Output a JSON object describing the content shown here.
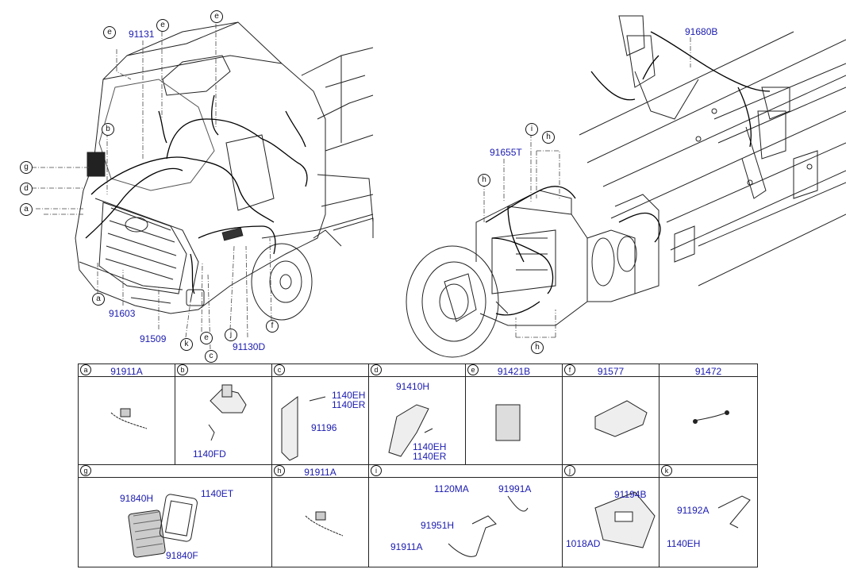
{
  "main_labels": {
    "p91131": "91131",
    "p91603": "91603",
    "p91509": "91509",
    "p91130D": "91130D",
    "p91655T": "91655T",
    "p91680B": "91680B"
  },
  "callouts": {
    "a": "a",
    "b": "b",
    "c": "c",
    "d": "d",
    "e": "e",
    "f": "f",
    "g": "g",
    "h": "h",
    "i": "i",
    "j": "j",
    "k": "k"
  },
  "table": {
    "row1": [
      {
        "letter": "a",
        "part": "91911A"
      },
      {
        "letter": "b",
        "part": ""
      },
      {
        "letter": "c",
        "part": ""
      },
      {
        "letter": "d",
        "part": ""
      },
      {
        "letter": "e",
        "part": "91421B"
      },
      {
        "letter": "f",
        "part": "91577"
      },
      {
        "letter": "",
        "part": "91472"
      }
    ],
    "row2": [
      {
        "letter": "g",
        "part": ""
      },
      {
        "letter": "h",
        "part": "91911A"
      },
      {
        "letter": "i",
        "part": ""
      },
      {
        "letter": "j",
        "part": ""
      },
      {
        "letter": "k",
        "part": ""
      }
    ],
    "cell_labels": {
      "b_1140FD": "1140FD",
      "c_1140EH": "1140EH",
      "c_1140ER": "1140ER",
      "c_91196": "91196",
      "d_91410H": "91410H",
      "d_1140EH": "1140EH",
      "d_1140ER": "1140ER",
      "g_91840H": "91840H",
      "g_1140ET": "1140ET",
      "g_91840F": "91840F",
      "i_1120MA": "1120MA",
      "i_91991A": "91991A",
      "i_91951H": "91951H",
      "i_91911A": "91911A",
      "j_91194B": "91194B",
      "j_1018AD": "1018AD",
      "k_91192A": "91192A",
      "k_1140EH": "1140EH"
    }
  }
}
